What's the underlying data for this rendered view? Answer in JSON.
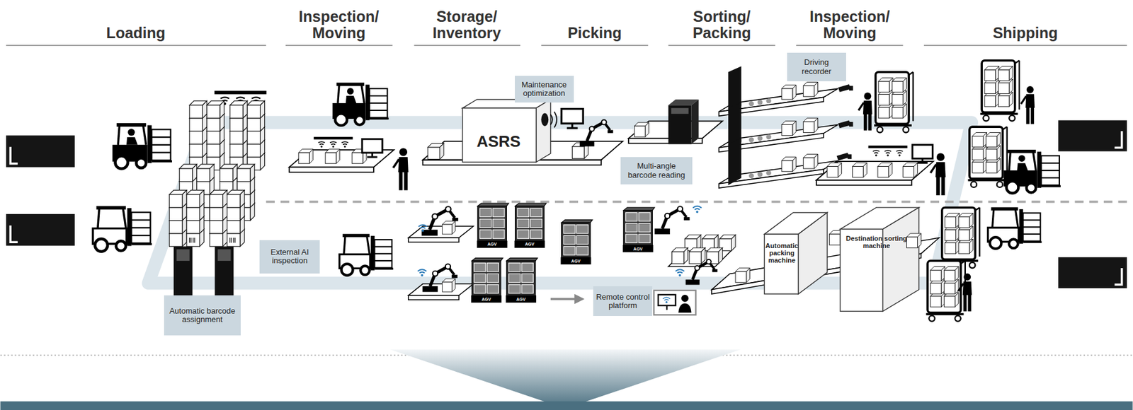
{
  "diagram": {
    "nodes": [
      {
        "text": [
          "Maintenance optimization"
        ]
      },
      {
        "text": [
          "ASRS"
        ]
      },
      {
        "text": [
          "Driving recorder"
        ]
      },
      {
        "text": [
          "Multi-angle barcode reading"
        ]
      },
      {
        "text": [
          "External AI inspection"
        ]
      },
      {
        "text": [
          "Automatic barcode assignment"
        ]
      },
      {
        "text": [
          "Remote control platform"
        ]
      },
      {
        "text": [
          "Automatic packing machine"
        ]
      },
      {
        "text": [
          "Destination sorting machine"
        ]
      }
    ],
    "labels": [
      "Loading",
      "Inspection/ Moving",
      "Storage/ Inventory",
      "Picking",
      "Sorting/ Packing",
      "Inspection/ Moving",
      "Shipping",
      "AGV",
      "AGV",
      "AGV",
      "AGV",
      "AGV",
      "AGV"
    ]
  }
}
